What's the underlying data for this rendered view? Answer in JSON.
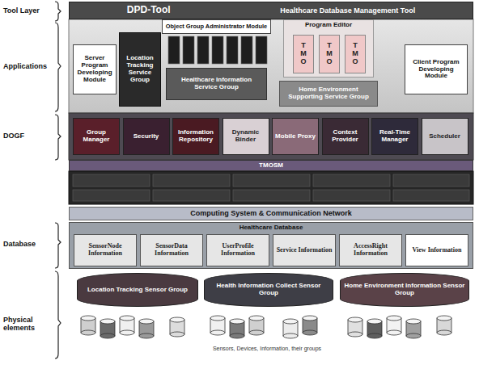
{
  "diagram": {
    "caption": "Sensors, Devices, Information, their groups",
    "nodes": [
      {
        "text": [
          "DPD-Tool",
          "Healthcare Database Management Tool"
        ]
      },
      {
        "text": [
          "Server Program Developing Module"
        ]
      },
      {
        "text": [
          "Object Group Administrator Module"
        ]
      },
      {
        "text": [
          "Location Tracking Service Group"
        ]
      },
      {
        "text": [
          "Healthcare Information Service Group"
        ]
      },
      {
        "text": [
          "Program Editor"
        ]
      },
      {
        "text": [
          "TMO"
        ],
        "in": 5
      },
      {
        "text": [
          "TMO"
        ],
        "in": 5
      },
      {
        "text": [
          "TMO"
        ],
        "in": 5
      },
      {
        "text": [
          "Home Environment Supporting Service Group"
        ]
      },
      {
        "text": [
          "Client Program Developing Module"
        ]
      },
      {
        "text": [
          "Group Manager"
        ]
      },
      {
        "text": [
          "Security"
        ]
      },
      {
        "text": [
          "Information Repository"
        ]
      },
      {
        "text": [
          "Dynamic Binder"
        ]
      },
      {
        "text": [
          "Mobile Proxy"
        ]
      },
      {
        "text": [
          "Context Provider"
        ]
      },
      {
        "text": [
          "Real-Time Manager"
        ]
      },
      {
        "text": [
          "Scheduler"
        ]
      },
      {
        "text": [
          "TMOSM"
        ]
      },
      {
        "text": [
          "Computing System & Communication Network"
        ]
      },
      {
        "text": [
          "Healthcare Database"
        ]
      },
      {
        "text": [
          "SensorNode Information"
        ],
        "in": 21
      },
      {
        "text": [
          "SensorData Information"
        ],
        "in": 21
      },
      {
        "text": [
          "UserProfile Information"
        ],
        "in": 21
      },
      {
        "text": [
          "Service Information"
        ],
        "in": 21
      },
      {
        "text": [
          "AccessRight Information"
        ],
        "in": 21
      },
      {
        "text": [
          "View Information"
        ],
        "in": 21
      },
      {
        "text": [
          "Location Tracking Sensor Group"
        ]
      },
      {
        "text": [
          "Health Information Collect Sensor Group"
        ]
      },
      {
        "text": [
          "Home Environment Information Sensor Group"
        ]
      }
    ],
    "labels": [
      "Tool Layer",
      "Applications",
      "DOGF",
      "Database",
      "Physical elements"
    ]
  }
}
